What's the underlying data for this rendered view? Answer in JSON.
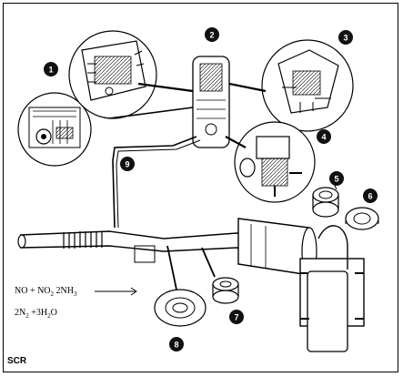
{
  "callouts": [
    "1",
    "2",
    "3",
    "4",
    "5",
    "6",
    "7",
    "8",
    "9"
  ],
  "formula": {
    "line1_a": "NO + NO",
    "line1_a_sub": "2",
    "line1_b": " 2NH",
    "line1_b_sub": "3",
    "line2_a": "2N",
    "line2_a_sub": "2",
    "line2_b": " +3H",
    "line2_b_sub": "2",
    "line2_c": "O"
  },
  "corner_label": "SCR",
  "colors": {
    "ink": "#000000",
    "paper": "#ffffff",
    "badge": "#111111"
  }
}
